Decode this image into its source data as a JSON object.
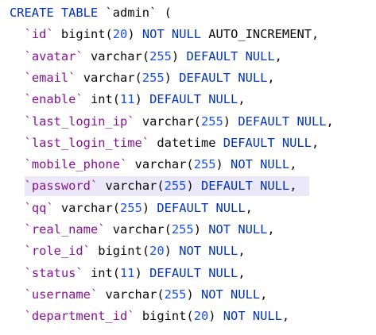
{
  "editor": {
    "colors": {
      "keyword": "#0033b3",
      "identifier": "#871094",
      "number": "#1750eb",
      "text": "#080808",
      "current_line_highlight": "#ebe9f9"
    },
    "lines": [
      {
        "tokens": [
          [
            "kw",
            "CREATE TABLE "
          ],
          [
            "plain",
            "`admin` ("
          ]
        ]
      },
      {
        "tokens": [
          [
            "plain",
            "  "
          ],
          [
            "col",
            "`id`"
          ],
          [
            "plain",
            " bigint("
          ],
          [
            "num",
            "20"
          ],
          [
            "plain",
            ") "
          ],
          [
            "kw",
            "NOT NULL "
          ],
          [
            "plain",
            "AUTO_INCREMENT,"
          ]
        ]
      },
      {
        "tokens": [
          [
            "plain",
            "  "
          ],
          [
            "col",
            "`avatar`"
          ],
          [
            "plain",
            " varchar("
          ],
          [
            "num",
            "255"
          ],
          [
            "plain",
            ") "
          ],
          [
            "kw",
            "DEFAULT NULL"
          ],
          [
            "plain",
            ","
          ]
        ]
      },
      {
        "tokens": [
          [
            "plain",
            "  "
          ],
          [
            "col",
            "`email`"
          ],
          [
            "plain",
            " varchar("
          ],
          [
            "num",
            "255"
          ],
          [
            "plain",
            ") "
          ],
          [
            "kw",
            "DEFAULT NULL"
          ],
          [
            "plain",
            ","
          ]
        ]
      },
      {
        "tokens": [
          [
            "plain",
            "  "
          ],
          [
            "col",
            "`enable`"
          ],
          [
            "plain",
            " int("
          ],
          [
            "num",
            "11"
          ],
          [
            "plain",
            ") "
          ],
          [
            "kw",
            "DEFAULT NULL"
          ],
          [
            "plain",
            ","
          ]
        ]
      },
      {
        "tokens": [
          [
            "plain",
            "  "
          ],
          [
            "col",
            "`last_login_ip`"
          ],
          [
            "plain",
            " varchar("
          ],
          [
            "num",
            "255"
          ],
          [
            "plain",
            ") "
          ],
          [
            "kw",
            "DEFAULT NULL"
          ],
          [
            "plain",
            ","
          ]
        ]
      },
      {
        "tokens": [
          [
            "plain",
            "  "
          ],
          [
            "col",
            "`last_login_time`"
          ],
          [
            "plain",
            " datetime "
          ],
          [
            "kw",
            "DEFAULT NULL"
          ],
          [
            "plain",
            ","
          ]
        ]
      },
      {
        "tokens": [
          [
            "plain",
            "  "
          ],
          [
            "col",
            "`mobile_phone`"
          ],
          [
            "plain",
            " varchar("
          ],
          [
            "num",
            "255"
          ],
          [
            "plain",
            ") "
          ],
          [
            "kw",
            "NOT NULL"
          ],
          [
            "plain",
            ","
          ]
        ]
      },
      {
        "tokens": [
          [
            "plain",
            "  "
          ],
          [
            "col",
            "`password`"
          ],
          [
            "plain",
            " varchar("
          ],
          [
            "num",
            "255"
          ],
          [
            "plain",
            ") "
          ],
          [
            "kw",
            "DEFAULT NULL"
          ],
          [
            "plain",
            ","
          ]
        ],
        "highlighted": true
      },
      {
        "tokens": [
          [
            "plain",
            "  "
          ],
          [
            "col",
            "`qq`"
          ],
          [
            "plain",
            " varchar("
          ],
          [
            "num",
            "255"
          ],
          [
            "plain",
            ") "
          ],
          [
            "kw",
            "DEFAULT NULL"
          ],
          [
            "plain",
            ","
          ]
        ]
      },
      {
        "tokens": [
          [
            "plain",
            "  "
          ],
          [
            "col",
            "`real_name`"
          ],
          [
            "plain",
            " varchar("
          ],
          [
            "num",
            "255"
          ],
          [
            "plain",
            ") "
          ],
          [
            "kw",
            "NOT NULL"
          ],
          [
            "plain",
            ","
          ]
        ]
      },
      {
        "tokens": [
          [
            "plain",
            "  "
          ],
          [
            "col",
            "`role_id`"
          ],
          [
            "plain",
            " bigint("
          ],
          [
            "num",
            "20"
          ],
          [
            "plain",
            ") "
          ],
          [
            "kw",
            "NOT NULL"
          ],
          [
            "plain",
            ","
          ]
        ]
      },
      {
        "tokens": [
          [
            "plain",
            "  "
          ],
          [
            "col",
            "`status`"
          ],
          [
            "plain",
            " int("
          ],
          [
            "num",
            "11"
          ],
          [
            "plain",
            ") "
          ],
          [
            "kw",
            "DEFAULT NULL"
          ],
          [
            "plain",
            ","
          ]
        ]
      },
      {
        "tokens": [
          [
            "plain",
            "  "
          ],
          [
            "col",
            "`username`"
          ],
          [
            "plain",
            " varchar("
          ],
          [
            "num",
            "255"
          ],
          [
            "plain",
            ") "
          ],
          [
            "kw",
            "NOT NULL"
          ],
          [
            "plain",
            ","
          ]
        ]
      },
      {
        "tokens": [
          [
            "plain",
            "  "
          ],
          [
            "col",
            "`department_id`"
          ],
          [
            "plain",
            " bigint("
          ],
          [
            "num",
            "20"
          ],
          [
            "plain",
            ") "
          ],
          [
            "kw",
            "NOT NULL"
          ],
          [
            "plain",
            ","
          ]
        ]
      }
    ]
  }
}
